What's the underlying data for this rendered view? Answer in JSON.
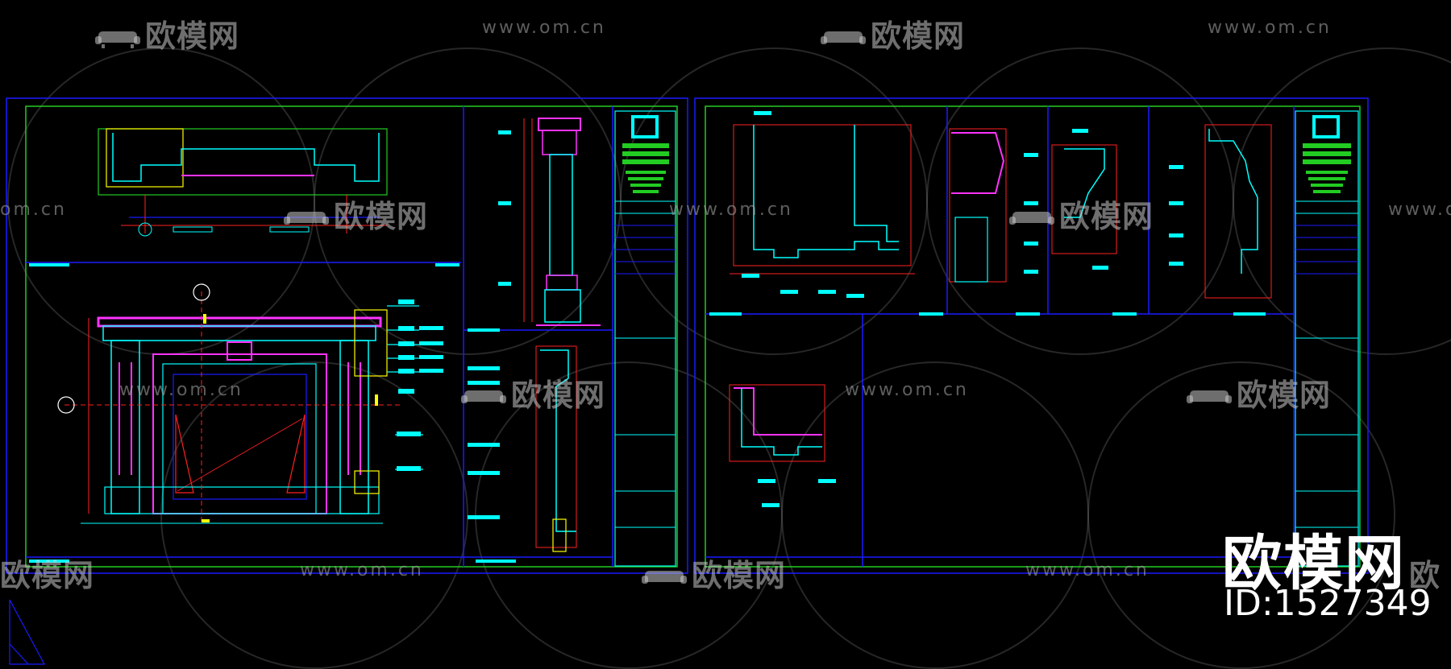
{
  "watermarks": {
    "logo_text": "欧模网",
    "url_text": "www.om.cn",
    "partial_url_text": "om.cn",
    "right_partial_url_text": "www.om.c",
    "partial_logo_text": "欧模网",
    "right_partial_logo_text": "欧"
  },
  "brand": {
    "name": "欧模网",
    "id": "ID:1527349"
  },
  "colors": {
    "background": "#000000",
    "frame_blue": "#1a1aff",
    "frame_green": "#22cc22",
    "cyan": "#00ffff",
    "magenta": "#ff33ff",
    "red": "#ff2020",
    "yellow": "#ffff00",
    "white": "#ffffff"
  }
}
